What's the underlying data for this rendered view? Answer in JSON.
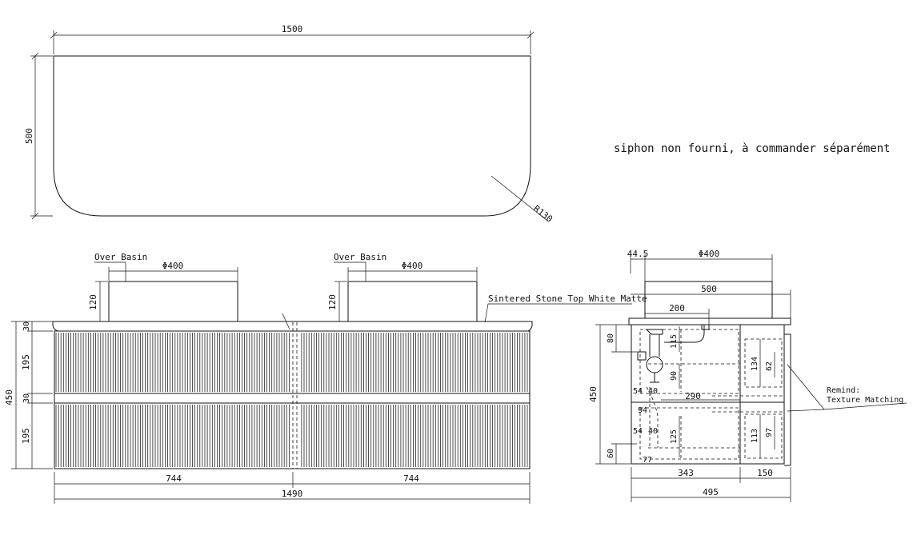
{
  "note": "siphon non fourni, à commander séparément",
  "top_view": {
    "width_dim": "1500",
    "depth_dim": "500",
    "radius_dim": "R130"
  },
  "front_view": {
    "left_basin_label": "Over Basin",
    "right_basin_label": "Over Basin",
    "left_basin_diameter": "Φ400",
    "right_basin_diameter": "Φ400",
    "left_basin_height": "120",
    "right_basin_height": "120",
    "top_label": "Sintered Stone Top White Matte",
    "total_height": "450",
    "seg_top": "30",
    "seg_drawer_upper": "195",
    "seg_mid": "30",
    "seg_drawer_lower": "195",
    "left_half_width": "744",
    "right_half_width": "744",
    "total_width": "1490"
  },
  "side_view": {
    "offset": "44.5",
    "basin_diameter": "Φ400",
    "depth_top": "500",
    "siphon_offset": "200",
    "total_height": "450",
    "dim_80": "80",
    "dim_115": "115",
    "dim_90": "90",
    "dim_54_upper": "54",
    "dim_40_upper": "40",
    "dim_290": "290",
    "dim_94": "94",
    "dim_54_lower": "54",
    "dim_40_lower": "40",
    "dim_125": "125",
    "dim_60": "60",
    "dim_77": "77",
    "dim_134": "134",
    "dim_62": "62",
    "dim_113": "113",
    "dim_97": "97",
    "dim_343": "343",
    "dim_150": "150",
    "dim_495": "495",
    "remind_line1": "Remind:",
    "remind_line2": "Texture Matching"
  }
}
